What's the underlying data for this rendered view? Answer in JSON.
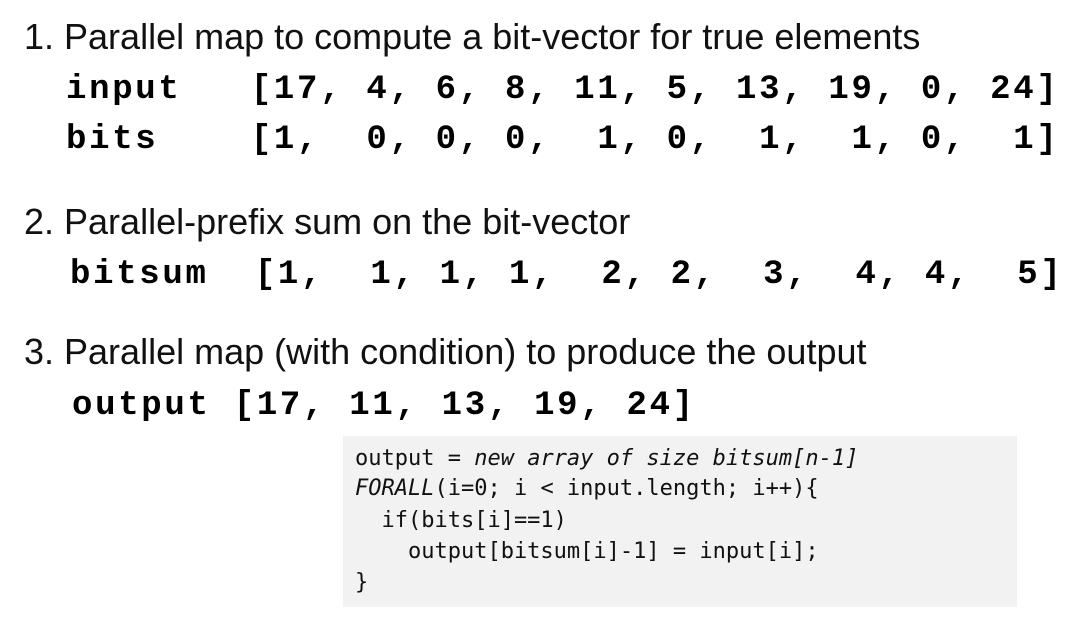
{
  "steps": [
    {
      "heading": "1. Parallel map to compute a bit-vector for true elements"
    },
    {
      "heading": "2. Parallel-prefix sum on the bit-vector"
    },
    {
      "heading": "3. Parallel map (with condition) to produce the output"
    }
  ],
  "arrays": {
    "input": "input   [17, 4, 6, 8, 11, 5, 13, 19, 0, 24]",
    "bits": "bits    [1,  0, 0, 0,  1, 0,  1,  1, 0,  1]",
    "bitsum": "bitsum  [1,  1, 1, 1,  2, 2,  3,  4, 4,  5]",
    "output": "output [17, 11, 13, 19, 24]"
  },
  "code": {
    "line1_a": "output = ",
    "line1_b": "new array of size bitsum[n-1]",
    "line2_a": "FORALL",
    "line2_b": "(i=0; i < input.length; i++){",
    "line3": "  if(bits[i]==1)",
    "line4": "    output[bitsum[i]-1] = input[i];",
    "line5": "}"
  }
}
